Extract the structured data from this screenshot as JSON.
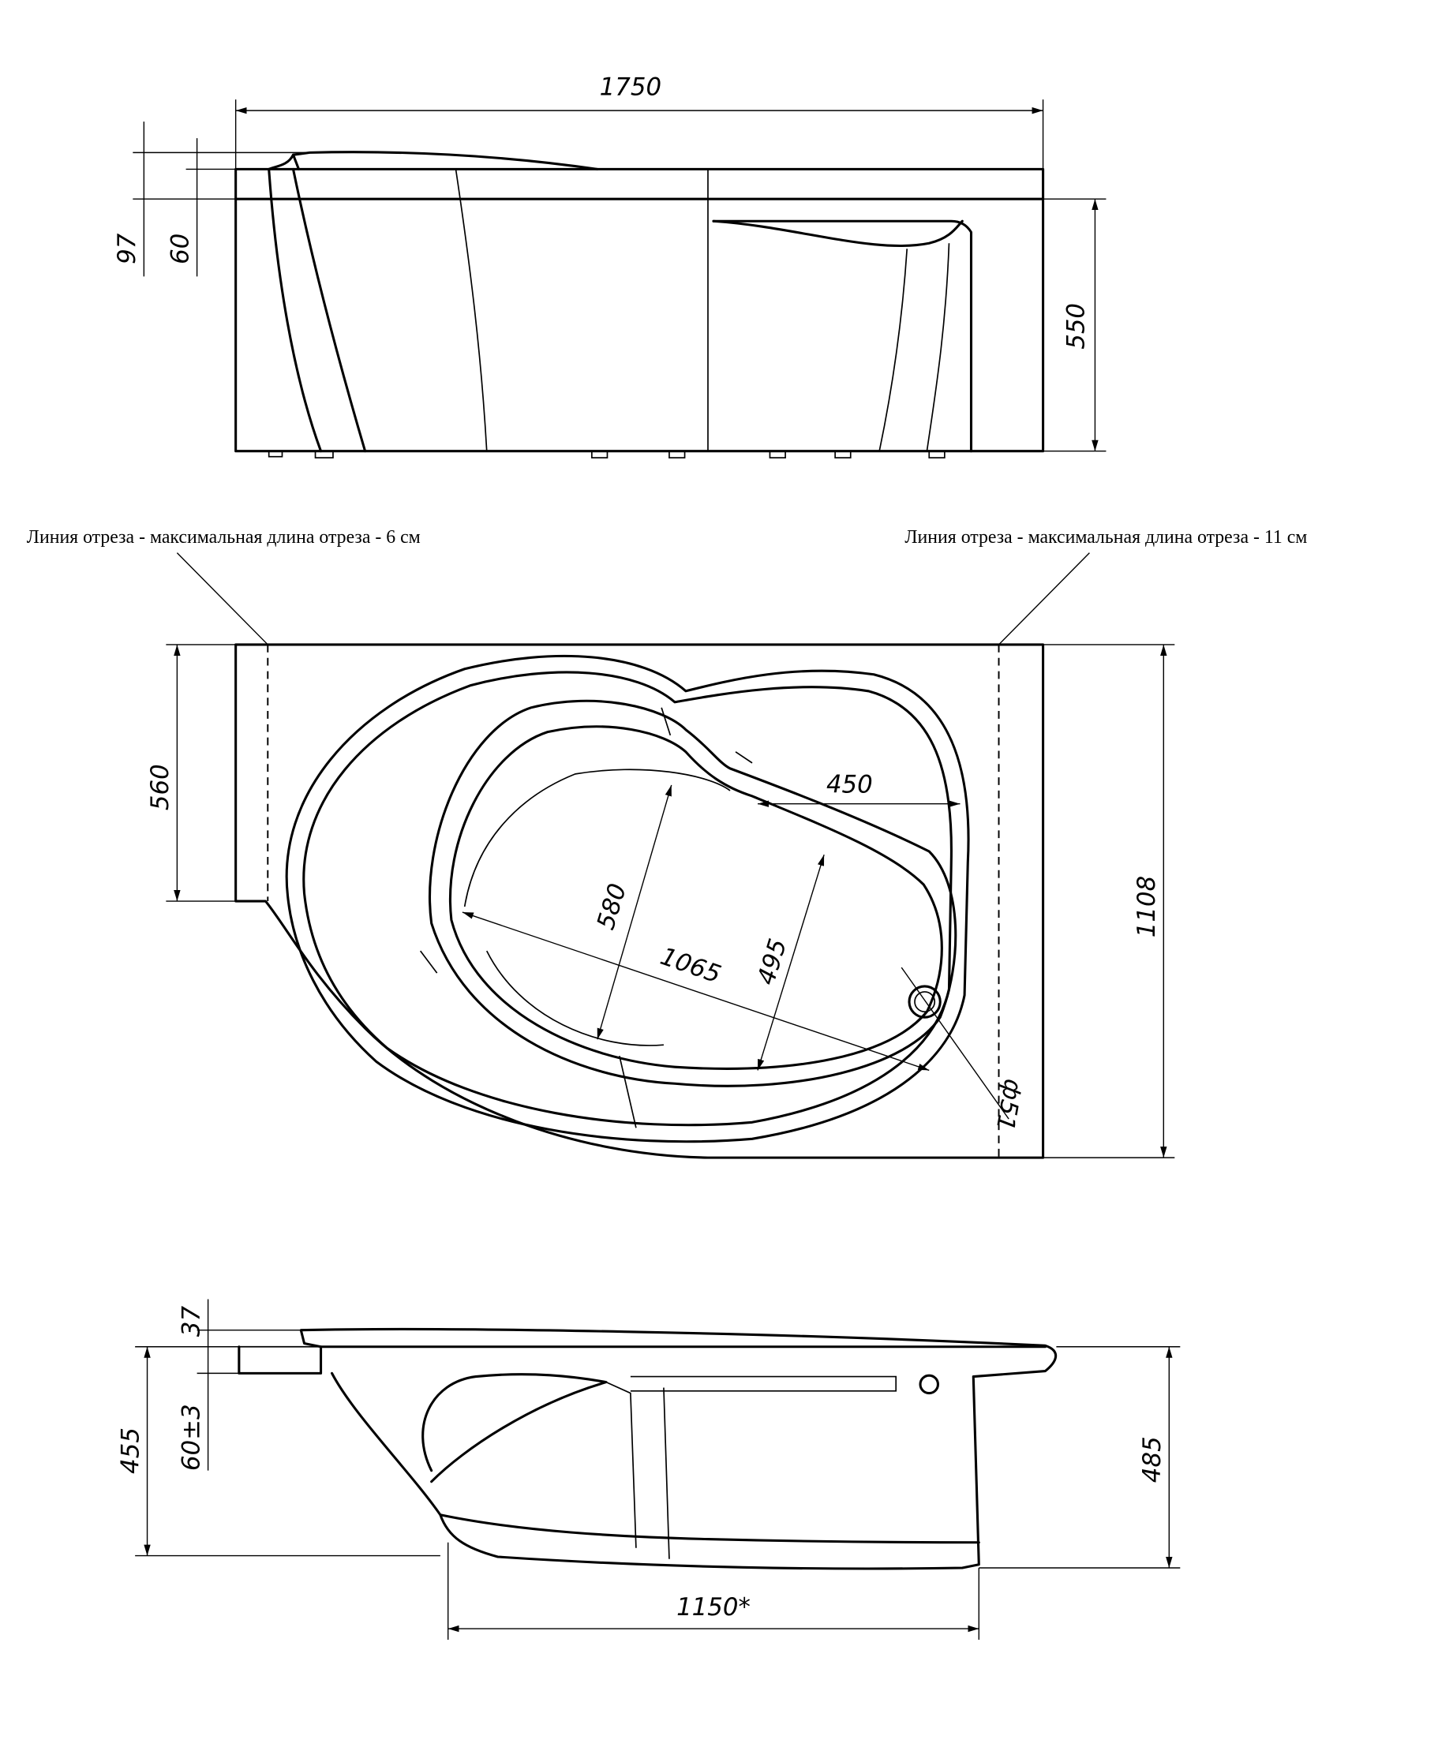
{
  "top_view": {
    "width": "1750",
    "rim_height": "97",
    "rim_step": "60",
    "height": "550"
  },
  "notes": {
    "left_cut": "Линия отреза - максимальная длина отреза - 6 см",
    "right_cut": "Линия отреза - максимальная длина отреза - 11 см"
  },
  "plan_view": {
    "left_depth": "560",
    "total_depth": "1108",
    "seat_width": "450",
    "bowl_width": "580",
    "bowl_length": "1065",
    "bowl_width_2": "495",
    "drain": "ф51"
  },
  "side_view": {
    "rim": "37",
    "step": "60±3",
    "height_left": "455",
    "height_right": "485",
    "base_length": "1150*"
  }
}
